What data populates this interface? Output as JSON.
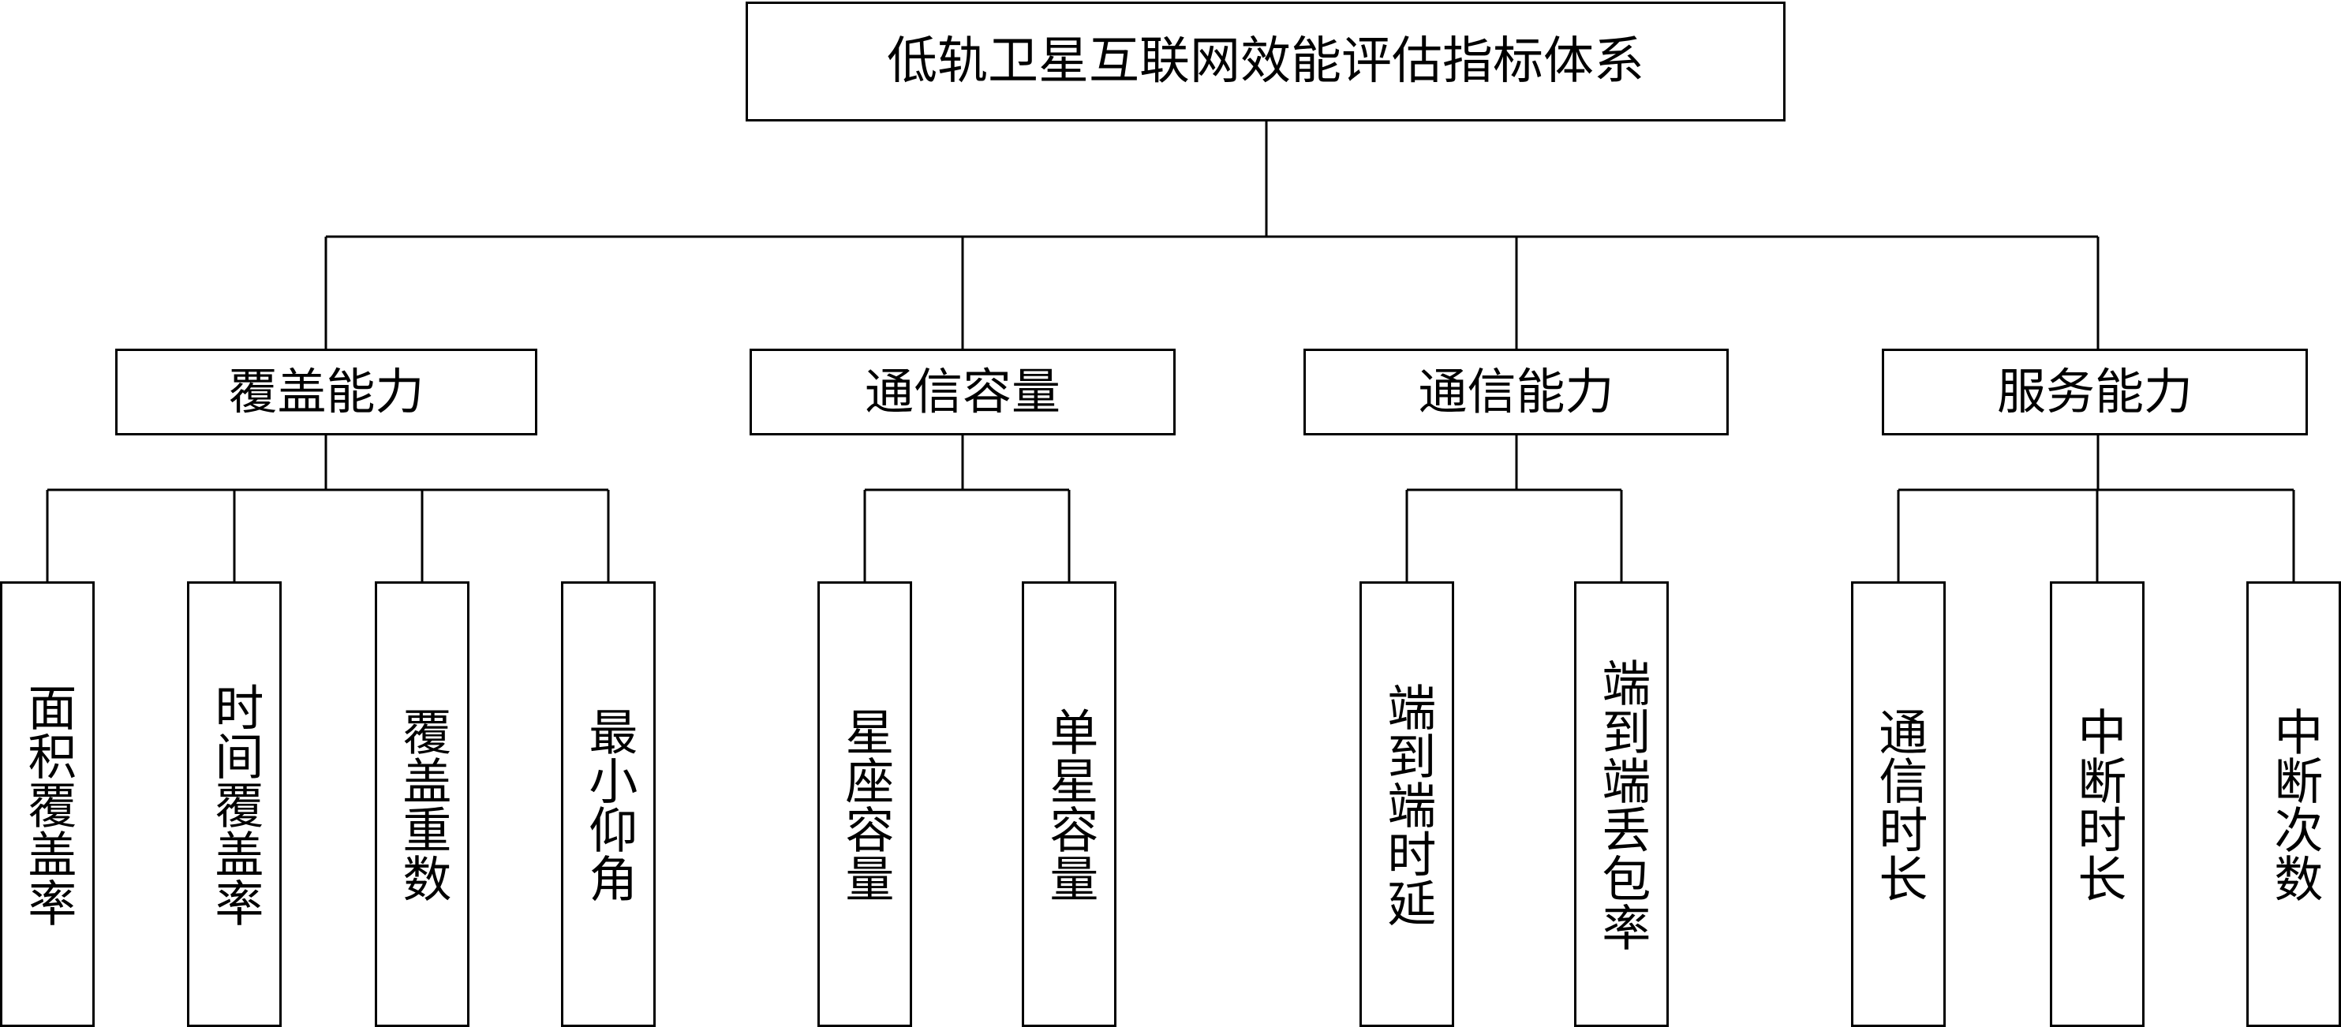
{
  "root": {
    "label": "低轨卫星互联网效能评估指标体系"
  },
  "categories": [
    {
      "label": "覆盖能力",
      "children": [
        "面积覆盖率",
        "时间覆盖率",
        "覆盖重数",
        "最小仰角"
      ]
    },
    {
      "label": "通信容量",
      "children": [
        "星座容量",
        "单星容量"
      ]
    },
    {
      "label": "通信能力",
      "children": [
        "端到端时延",
        "端到端丢包率"
      ]
    },
    {
      "label": "服务能力",
      "children": [
        "通信时长",
        "中断时长",
        "中断次数"
      ]
    }
  ]
}
